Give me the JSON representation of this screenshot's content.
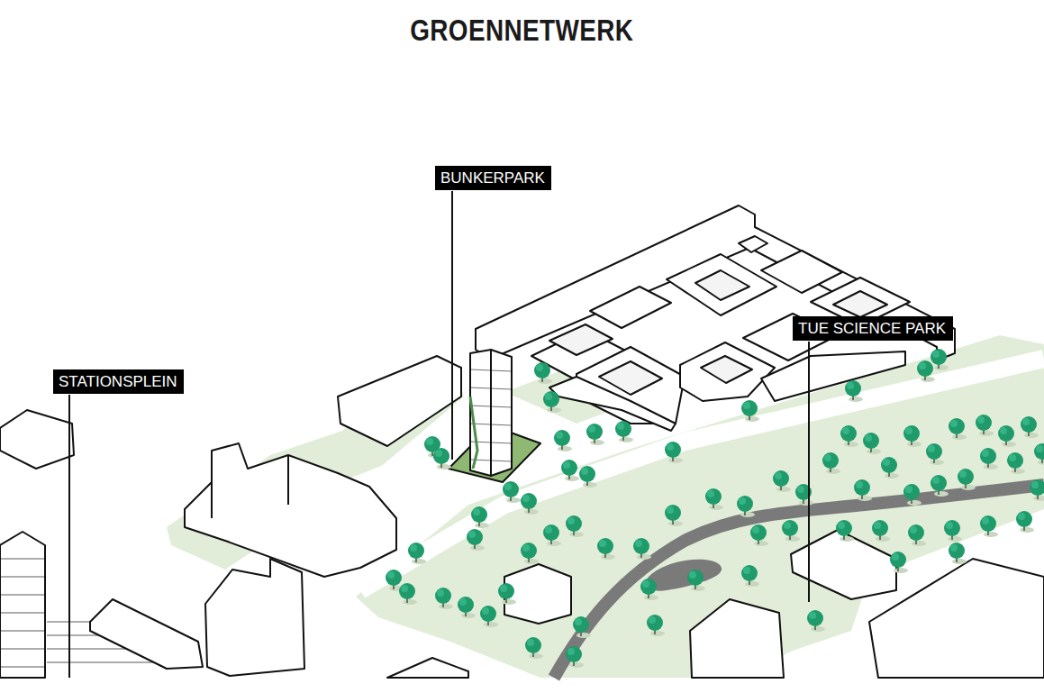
{
  "diagram": {
    "title": "GROENNETWERK",
    "nodes": [
      {
        "text": [
          "BUNKERPARK"
        ]
      },
      {
        "text": [
          "TUE SCIENCE PARK"
        ]
      },
      {
        "text": [
          "STATIONSPLEIN"
        ]
      }
    ]
  }
}
